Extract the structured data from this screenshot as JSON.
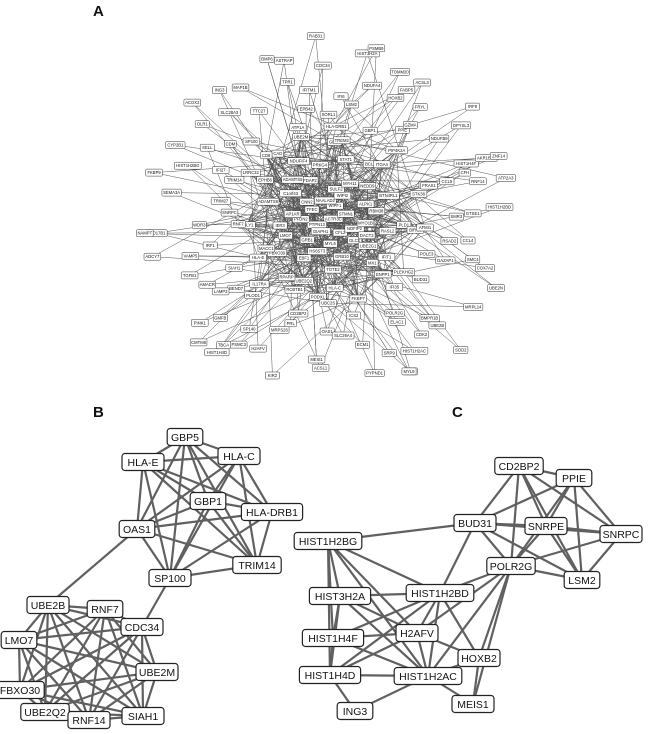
{
  "panels": {
    "A": {
      "label": "A",
      "nodes": [
        "ACTR3C",
        "PTPN13",
        "WIPF1",
        "CFL2",
        "TFEC",
        "STMN1",
        "DIAPH1",
        "NAALAD2",
        "NDFIP2",
        "PFDN2",
        "WIPI2",
        "MYL6",
        "CNN2",
        "MYO1B",
        "GRB1",
        "SULF2",
        "GLCE",
        "AP1AR",
        "ALPK1",
        "HS6ST3",
        "KRFDAP2",
        "DACT2",
        "LMO7",
        "MYH11",
        "GRB10",
        "C1orf43",
        "RBM38",
        "EBF1",
        "PRKG4",
        "UBE2G1",
        "IER3",
        "NEDD9",
        "TOTE2",
        "ADAMTS5",
        "RASL2",
        "FBXO30",
        "STAT1",
        "MX1",
        "ADAMTS9",
        "BTN4RL1",
        "UBE2Q2",
        "NDUFIF4",
        "IFIT1",
        "MACC1",
        "BCL6",
        "HLA-C",
        "EPHB6",
        "PLD1",
        "RPARP",
        "GBP5",
        "ENPP1",
        "ACLY1",
        "ITGA4",
        "PODXL",
        "CAD",
        "BIRC3",
        "HLA-E",
        "TREM2",
        "FKBP7",
        "LRRC32",
        "STK38",
        "RCBTB1",
        "UBE2M",
        "PLEKHG2",
        "RNF7",
        "PIP4K2A",
        "UBC2S",
        "CD8",
        "AFMI1",
        "IL17RA",
        "HLA-DRB1",
        "IFI35",
        "SNRPC",
        "ITGB8",
        "CD2BP2",
        "ATP1A",
        "POLE3",
        "SIAH1",
        "GBP1",
        "ICS2",
        "TRIM14",
        "FRAS1",
        "PLOD1",
        "SORL1",
        "BUD31",
        "TRIM27",
        "PPIE",
        "OAS1",
        "SP100",
        "RSAD2",
        "BEND7",
        "LSM2",
        "POLR2G",
        "IFI27",
        "CCL5",
        "PRL",
        "EPB42",
        "DAZAP1",
        "IRF1",
        "GZMA",
        "SLC26A4",
        "CDM",
        "SMR3",
        "LAMP3",
        "IFI6",
        "ELAC1",
        "WDR3",
        "NDUFB9",
        "MRPS26",
        "TTC27",
        "CCL4",
        "AMACR",
        "HOXB2",
        "ECM1",
        "SELL",
        "CFH",
        "SP140",
        "IFITM1",
        "BMPR1B",
        "VAMP5",
        "FRYL",
        "MEIS1",
        "SLC28A3",
        "GTSE1",
        "GMFB",
        "NDUFA4",
        "CDK2",
        "HIST1H2BG",
        "HIST1H4F",
        "H2AFV",
        "TPR1",
        "SMC4",
        "TGFB1",
        "FABP5",
        "SRP9",
        "OLR1",
        "RNF14",
        "PSMC3",
        "CDC34",
        "UBE2B",
        "SEMA3A",
        "DPYSL3",
        "ACSL1",
        "MAP1B",
        "COX7A2",
        "PINK1",
        "TOMM20",
        "HIST1H2AC",
        "CYP2B1",
        "AKR1B10",
        "TBCA",
        "ASTRAP",
        "MRPL14",
        "HSD17B1",
        "ACSL3",
        "PYPND1",
        "ING3",
        "HIST1H2BD",
        "HIST1H4D",
        "HIST3H2A",
        "CA12",
        "FKBP9",
        "ZNF14",
        "KIR2",
        "BMP6",
        "UBE2N",
        "ADCY7",
        "PSMB9",
        "MYL9",
        "ACOX2",
        "ATP2A3",
        "CMTM6",
        "RAB31",
        "SOD2",
        "NAMPT",
        "IRF8"
      ]
    },
    "B": {
      "label": "B",
      "nodes": [
        {
          "id": "GBP5",
          "label": "GBP5"
        },
        {
          "id": "HLA-E",
          "label": "HLA-E"
        },
        {
          "id": "HLA-C",
          "label": "HLA-C"
        },
        {
          "id": "GBP1",
          "label": "GBP1"
        },
        {
          "id": "HLA-DRB1",
          "label": "HLA-DRB1"
        },
        {
          "id": "OAS1",
          "label": "OAS1"
        },
        {
          "id": "TRIM14",
          "label": "TRIM14"
        },
        {
          "id": "SP100",
          "label": "SP100"
        },
        {
          "id": "UBE2B",
          "label": "UBE2B"
        },
        {
          "id": "RNF7",
          "label": "RNF7"
        },
        {
          "id": "LMO7",
          "label": "LMO7"
        },
        {
          "id": "CDC34",
          "label": "CDC34"
        },
        {
          "id": "FBXO30",
          "label": "FBXO30"
        },
        {
          "id": "UBE2M",
          "label": "UBE2M"
        },
        {
          "id": "UBE2Q2",
          "label": "UBE2Q2"
        },
        {
          "id": "RNF14",
          "label": "RNF14"
        },
        {
          "id": "SIAH1",
          "label": "SIAH1"
        }
      ],
      "edges": [
        [
          "GBP5",
          "HLA-E"
        ],
        [
          "GBP5",
          "HLA-C"
        ],
        [
          "GBP5",
          "GBP1"
        ],
        [
          "GBP5",
          "HLA-DRB1"
        ],
        [
          "GBP5",
          "OAS1"
        ],
        [
          "GBP5",
          "TRIM14"
        ],
        [
          "GBP5",
          "SP100"
        ],
        [
          "HLA-E",
          "HLA-C"
        ],
        [
          "HLA-E",
          "GBP1"
        ],
        [
          "HLA-E",
          "HLA-DRB1"
        ],
        [
          "HLA-E",
          "OAS1"
        ],
        [
          "HLA-E",
          "TRIM14"
        ],
        [
          "HLA-E",
          "SP100"
        ],
        [
          "HLA-C",
          "GBP1"
        ],
        [
          "HLA-C",
          "HLA-DRB1"
        ],
        [
          "HLA-C",
          "OAS1"
        ],
        [
          "HLA-C",
          "TRIM14"
        ],
        [
          "HLA-C",
          "SP100"
        ],
        [
          "GBP1",
          "HLA-DRB1"
        ],
        [
          "GBP1",
          "OAS1"
        ],
        [
          "GBP1",
          "TRIM14"
        ],
        [
          "GBP1",
          "SP100"
        ],
        [
          "HLA-DRB1",
          "OAS1"
        ],
        [
          "HLA-DRB1",
          "TRIM14"
        ],
        [
          "HLA-DRB1",
          "SP100"
        ],
        [
          "OAS1",
          "TRIM14"
        ],
        [
          "OAS1",
          "SP100"
        ],
        [
          "TRIM14",
          "SP100"
        ],
        [
          "OAS1",
          "UBE2B"
        ],
        [
          "SP100",
          "CDC34"
        ],
        [
          "UBE2B",
          "RNF7"
        ],
        [
          "UBE2B",
          "LMO7"
        ],
        [
          "UBE2B",
          "CDC34"
        ],
        [
          "UBE2B",
          "FBXO30"
        ],
        [
          "UBE2B",
          "UBE2M"
        ],
        [
          "UBE2B",
          "UBE2Q2"
        ],
        [
          "UBE2B",
          "RNF14"
        ],
        [
          "UBE2B",
          "SIAH1"
        ],
        [
          "RNF7",
          "LMO7"
        ],
        [
          "RNF7",
          "CDC34"
        ],
        [
          "RNF7",
          "FBXO30"
        ],
        [
          "RNF7",
          "UBE2M"
        ],
        [
          "RNF7",
          "UBE2Q2"
        ],
        [
          "RNF7",
          "RNF14"
        ],
        [
          "RNF7",
          "SIAH1"
        ],
        [
          "LMO7",
          "CDC34"
        ],
        [
          "LMO7",
          "FBXO30"
        ],
        [
          "LMO7",
          "UBE2M"
        ],
        [
          "LMO7",
          "UBE2Q2"
        ],
        [
          "LMO7",
          "RNF14"
        ],
        [
          "LMO7",
          "SIAH1"
        ],
        [
          "CDC34",
          "FBXO30"
        ],
        [
          "CDC34",
          "UBE2M"
        ],
        [
          "CDC34",
          "UBE2Q2"
        ],
        [
          "CDC34",
          "RNF14"
        ],
        [
          "CDC34",
          "SIAH1"
        ],
        [
          "FBXO30",
          "UBE2M"
        ],
        [
          "FBXO30",
          "UBE2Q2"
        ],
        [
          "FBXO30",
          "RNF14"
        ],
        [
          "FBXO30",
          "SIAH1"
        ],
        [
          "UBE2M",
          "UBE2Q2"
        ],
        [
          "UBE2M",
          "RNF14"
        ],
        [
          "UBE2M",
          "SIAH1"
        ],
        [
          "UBE2Q2",
          "RNF14"
        ],
        [
          "UBE2Q2",
          "SIAH1"
        ],
        [
          "RNF14",
          "SIAH1"
        ]
      ]
    },
    "C": {
      "label": "C",
      "nodes": [
        {
          "id": "CD2BP2",
          "label": "CD2BP2"
        },
        {
          "id": "PPIE",
          "label": "PPIE"
        },
        {
          "id": "BUD31",
          "label": "BUD31"
        },
        {
          "id": "SNRPE",
          "label": "SNRPE"
        },
        {
          "id": "SNRPC",
          "label": "SNRPC"
        },
        {
          "id": "POLR2G",
          "label": "POLR2G"
        },
        {
          "id": "LSM2",
          "label": "LSM2"
        },
        {
          "id": "HIST1H2BG",
          "label": "HIST1H2BG"
        },
        {
          "id": "HIST1H2BD",
          "label": "HIST1H2BD"
        },
        {
          "id": "HIST3H2A",
          "label": "HIST3H2A"
        },
        {
          "id": "HIST1H4F",
          "label": "HIST1H4F"
        },
        {
          "id": "H2AFV",
          "label": "H2AFV"
        },
        {
          "id": "HOXB2",
          "label": "HOXB2"
        },
        {
          "id": "HIST1H4D",
          "label": "HIST1H4D"
        },
        {
          "id": "HIST1H2AC",
          "label": "HIST1H2AC"
        },
        {
          "id": "ING3",
          "label": "ING3"
        },
        {
          "id": "MEIS1",
          "label": "MEIS1"
        }
      ],
      "edges": [
        [
          "CD2BP2",
          "PPIE"
        ],
        [
          "CD2BP2",
          "BUD31"
        ],
        [
          "CD2BP2",
          "SNRPE"
        ],
        [
          "CD2BP2",
          "SNRPC"
        ],
        [
          "CD2BP2",
          "POLR2G"
        ],
        [
          "CD2BP2",
          "LSM2"
        ],
        [
          "PPIE",
          "BUD31"
        ],
        [
          "PPIE",
          "SNRPE"
        ],
        [
          "PPIE",
          "SNRPC"
        ],
        [
          "PPIE",
          "POLR2G"
        ],
        [
          "PPIE",
          "LSM2"
        ],
        [
          "BUD31",
          "SNRPE"
        ],
        [
          "BUD31",
          "SNRPC"
        ],
        [
          "BUD31",
          "POLR2G"
        ],
        [
          "BUD31",
          "LSM2"
        ],
        [
          "SNRPE",
          "SNRPC"
        ],
        [
          "SNRPE",
          "POLR2G"
        ],
        [
          "SNRPE",
          "LSM2"
        ],
        [
          "SNRPC",
          "POLR2G"
        ],
        [
          "SNRPC",
          "LSM2"
        ],
        [
          "POLR2G",
          "LSM2"
        ],
        [
          "BUD31",
          "HIST1H2BG"
        ],
        [
          "BUD31",
          "HIST1H2BD"
        ],
        [
          "POLR2G",
          "HIST1H2BD"
        ],
        [
          "POLR2G",
          "H2AFV"
        ],
        [
          "POLR2G",
          "HOXB2"
        ],
        [
          "POLR2G",
          "HIST1H2AC"
        ],
        [
          "POLR2G",
          "MEIS1"
        ],
        [
          "HIST1H2BG",
          "HIST1H2BD"
        ],
        [
          "HIST1H2BG",
          "HIST3H2A"
        ],
        [
          "HIST1H2BG",
          "HIST1H4F"
        ],
        [
          "HIST1H2BG",
          "H2AFV"
        ],
        [
          "HIST1H2BG",
          "HIST1H4D"
        ],
        [
          "HIST1H2BG",
          "HIST1H2AC"
        ],
        [
          "HIST1H2BD",
          "HIST3H2A"
        ],
        [
          "HIST1H2BD",
          "HIST1H4F"
        ],
        [
          "HIST1H2BD",
          "H2AFV"
        ],
        [
          "HIST1H2BD",
          "HIST1H4D"
        ],
        [
          "HIST1H2BD",
          "HIST1H2AC"
        ],
        [
          "HIST1H2BD",
          "HOXB2"
        ],
        [
          "HIST3H2A",
          "HIST1H4F"
        ],
        [
          "HIST3H2A",
          "H2AFV"
        ],
        [
          "HIST3H2A",
          "HIST1H4D"
        ],
        [
          "HIST3H2A",
          "HIST1H2AC"
        ],
        [
          "HIST1H4F",
          "H2AFV"
        ],
        [
          "HIST1H4F",
          "HIST1H4D"
        ],
        [
          "HIST1H4F",
          "HIST1H2AC"
        ],
        [
          "H2AFV",
          "HIST1H4D"
        ],
        [
          "H2AFV",
          "HIST1H2AC"
        ],
        [
          "H2AFV",
          "HOXB2"
        ],
        [
          "HIST1H4D",
          "HIST1H2AC"
        ],
        [
          "HIST1H4D",
          "ING3"
        ],
        [
          "HIST1H2AC",
          "ING3"
        ],
        [
          "HIST1H2AC",
          "HOXB2"
        ],
        [
          "HIST1H2AC",
          "MEIS1"
        ],
        [
          "HOXB2",
          "MEIS1"
        ]
      ]
    }
  }
}
